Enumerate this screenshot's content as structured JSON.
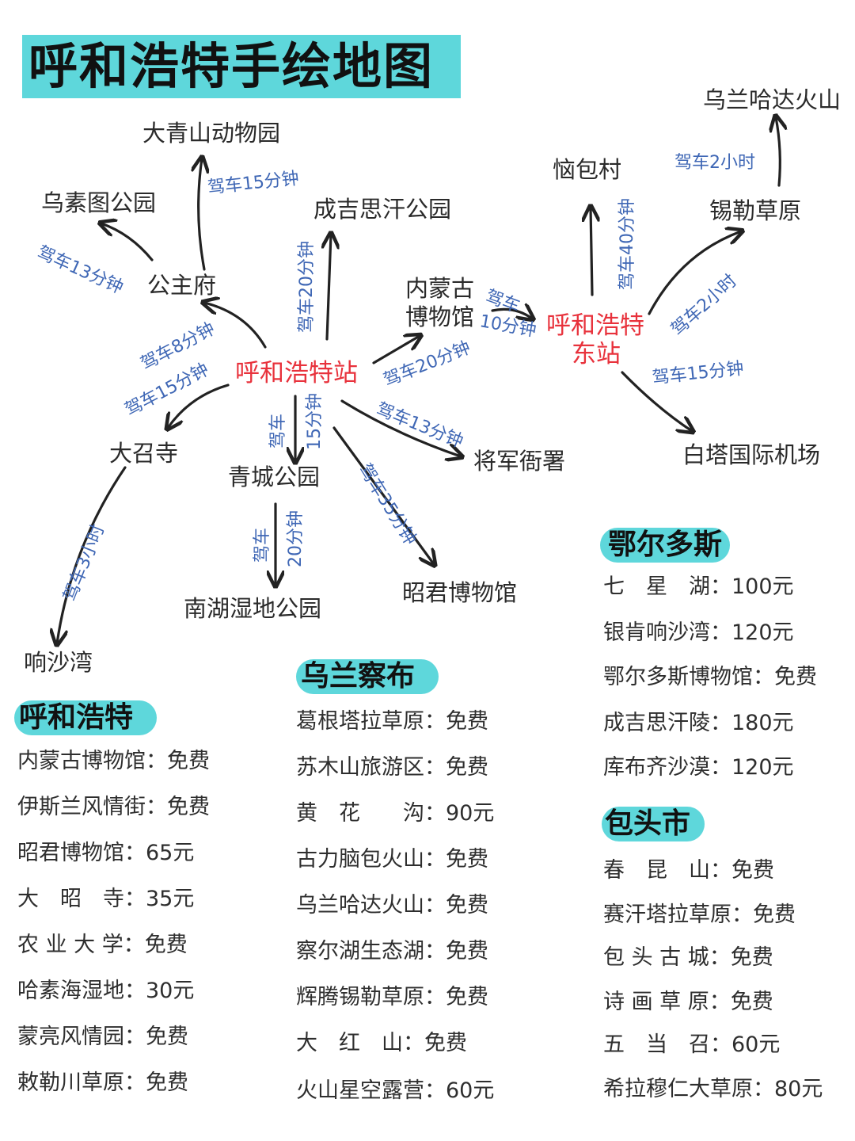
{
  "title": "呼和浩特手绘地图",
  "colors": {
    "accent": "#5ed7db",
    "station": "#e8323c",
    "route_label": "#3f67b5",
    "arrow": "#222222"
  },
  "map": {
    "stations": {
      "main": "呼和浩特站",
      "east_line1": "呼和浩特",
      "east_line2": "东站"
    },
    "places": {
      "daqingshan_zoo": "大青山动物园",
      "wusutu_park": "乌素图公园",
      "chengjisihan_park": "成吉思汗公园",
      "gongzhufu": "公主府",
      "museum_line1": "内蒙古",
      "museum_line2": "博物馆",
      "dazhaosi": "大召寺",
      "qingcheng_park": "青城公园",
      "jiangjun_yashu": "将军衙署",
      "nanhu_park": "南湖湿地公园",
      "zhaojun_museum": "昭君博物馆",
      "xiangshawan": "响沙湾",
      "naobao_village": "恼包村",
      "wulanhada_volcano": "乌兰哈达火山",
      "xilei_grassland": "锡勒草原",
      "baita_airport": "白塔国际机场"
    },
    "routes": {
      "to_zoo": "驾车15分钟",
      "to_wusutu": "驾车13分钟",
      "to_chengjisihan": "驾车20分钟",
      "to_gongzhufu": "驾车8分钟",
      "to_dazhaosi": "驾车15分钟",
      "to_museum": "驾车20分钟",
      "museum_to_east_a": "驾车",
      "museum_to_east_b": "10分钟",
      "to_qingcheng_a": "驾车",
      "to_qingcheng_b": "15分钟",
      "to_jiangjun": "驾车13分钟",
      "to_zhaojun": "驾车35分钟",
      "to_nanhu_a": "驾车",
      "to_nanhu_b": "20分钟",
      "to_xiangshawan": "驾车3小时",
      "to_naobao": "驾车40分钟",
      "to_xilei": "驾车2小时",
      "to_wulanhada": "驾车2小时",
      "to_airport": "驾车15分钟"
    }
  },
  "sections": {
    "hohhot": {
      "title": "呼和浩特",
      "items": [
        "内蒙古博物馆：免费",
        "伊斯兰风情街：免费",
        "昭君博物馆：65元",
        "大　昭　寺：35元",
        "农 业 大 学：免费",
        "哈素海湿地：30元",
        "蒙亮风情园：免费",
        "敕勒川草原：免费"
      ]
    },
    "ulanqab": {
      "title": "乌兰察布",
      "items": [
        "葛根塔拉草原：免费",
        "苏木山旅游区：免费",
        "黄　花　　沟：90元",
        "古力脑包火山：免费",
        "乌兰哈达火山：免费",
        "察尔湖生态湖：免费",
        "辉腾锡勒草原：免费",
        "大　红　山：免费",
        "火山星空露营：60元"
      ]
    },
    "ordos": {
      "title": "鄂尔多斯",
      "items": [
        "七　星　湖：100元",
        "银肯响沙湾：120元",
        "鄂尔多斯博物馆：免费",
        "成吉思汗陵：180元",
        "库布齐沙漠：120元"
      ]
    },
    "baotou": {
      "title": "包头市",
      "items": [
        "春　昆　山：免费",
        "赛汗塔拉草原：免费",
        "包 头 古 城：免费",
        "诗 画 草 原：免费",
        "五　当　召：60元",
        "希拉穆仁大草原：80元"
      ]
    }
  }
}
